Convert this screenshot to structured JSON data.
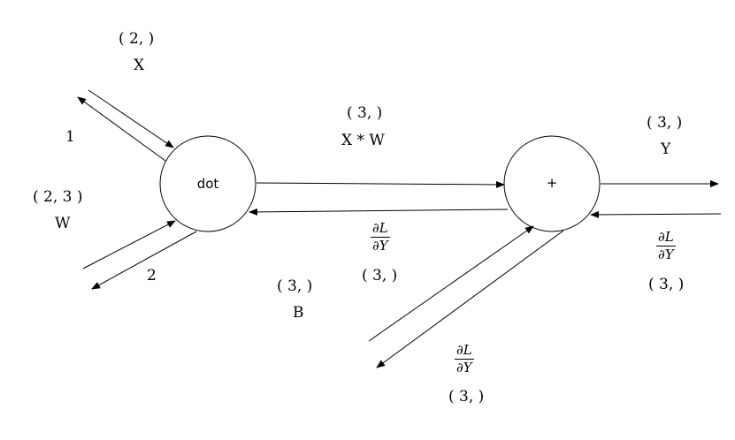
{
  "nodes": {
    "dot": {
      "label": "dot"
    },
    "add": {
      "label": "+"
    }
  },
  "labels": {
    "x_shape": "( 2, )",
    "x_name": "X",
    "edge_1": "1",
    "w_shape": "( 2, 3 )",
    "w_name": "W",
    "edge_2": "2",
    "xw_shape": "( 3, )",
    "xw_name": "X * W",
    "b_shape": "( 3, )",
    "b_name": "B",
    "y_shape": "( 3, )",
    "y_name": "Y",
    "grad_mid_shape": "( 3, )",
    "grad_right_shape": "( 3, )",
    "grad_bottom_shape": "( 3, )"
  },
  "gradient": {
    "numerator": "∂L",
    "denominator": "∂Y"
  },
  "colors": {
    "stroke": "#000000",
    "background": "#ffffff"
  }
}
